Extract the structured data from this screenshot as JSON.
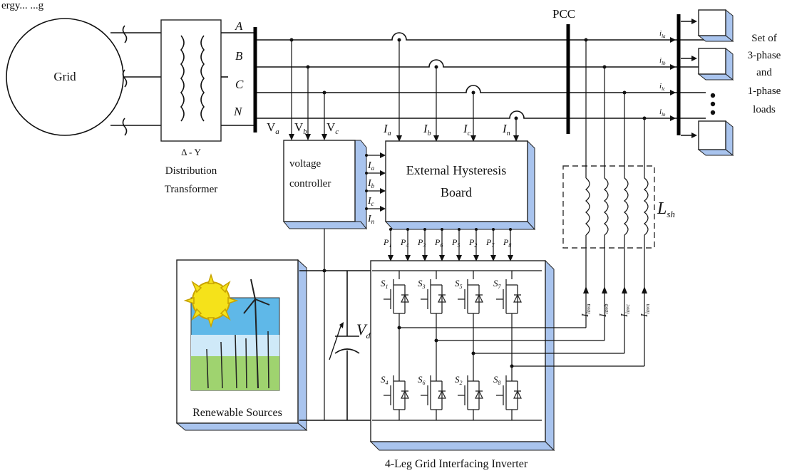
{
  "header_text": "ergy... ...g",
  "grid": {
    "label": "Grid"
  },
  "transformer": {
    "symbol": "Δ - Y",
    "label_line1": "Distribution",
    "label_line2": "Transformer"
  },
  "phases": [
    "A",
    "B",
    "C",
    "N"
  ],
  "pcc_label": "PCC",
  "voltage_labels": [
    "V",
    "V",
    "V"
  ],
  "voltage_subs": [
    "a",
    "b",
    "c"
  ],
  "current_labels": [
    "I",
    "I",
    "I",
    "I"
  ],
  "current_subs": [
    "a",
    "b",
    "c",
    "n"
  ],
  "voltage_controller": {
    "line1": "voltage",
    "line2": "controller",
    "outputs": [
      "I",
      "I",
      "I",
      "I"
    ],
    "output_subs": [
      "a",
      "b",
      "c",
      "n"
    ]
  },
  "hysteresis_board": {
    "line1": "External Hysteresis",
    "line2": "Board"
  },
  "pulse_labels": [
    "P",
    "P",
    "P",
    "P",
    "P",
    "P",
    "P",
    "P"
  ],
  "pulse_subs": [
    "1",
    "4",
    "3",
    "6",
    "5",
    "2",
    "7",
    "8"
  ],
  "load_currents": [
    "i",
    "i",
    "i",
    "i"
  ],
  "load_current_subs": [
    "la",
    "lb",
    "lc",
    "ln"
  ],
  "loads_label": [
    "Set of",
    "3-phase",
    "and",
    "1-phase",
    "loads"
  ],
  "inductor_label": "L",
  "inductor_sub": "sh",
  "inverter_currents": [
    "I",
    "I",
    "I",
    "I"
  ],
  "inverter_current_subs": [
    "inva",
    "invb",
    "invc",
    "invn"
  ],
  "vdc": {
    "label": "V",
    "sub": "dc"
  },
  "switches_top": [
    "S",
    "S",
    "S",
    "S"
  ],
  "switches_top_subs": [
    "1",
    "3",
    "5",
    "7"
  ],
  "switches_bottom": [
    "S",
    "S",
    "S",
    "S"
  ],
  "switches_bottom_subs": [
    "4",
    "6",
    "2",
    "8"
  ],
  "renewable_label": "Renewable Sources",
  "inverter_label": "4-Leg Grid Interfacing Inverter",
  "colors": {
    "box_shade": "#a9c4ee",
    "sun": "#f5e21a",
    "sun_stroke": "#c8a300",
    "sky": "#5fb8e8",
    "ground": "#9fd36f"
  }
}
